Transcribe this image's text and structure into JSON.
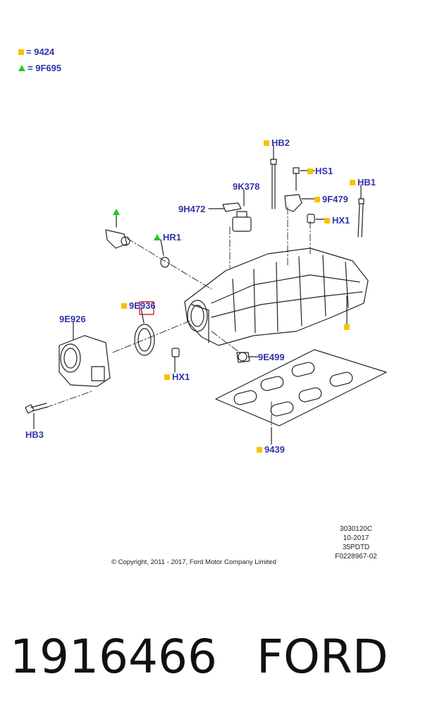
{
  "colors": {
    "label_text": "#3333aa",
    "square_marker": "#f5c400",
    "triangle_marker": "#22cc22",
    "highlight_box": "#e0202a",
    "line_art": "#222222"
  },
  "legend": [
    {
      "marker": "square",
      "eq": "= ",
      "code": "9424"
    },
    {
      "marker": "triangle",
      "eq": "= ",
      "code": "9F695"
    }
  ],
  "callouts": {
    "hb2": "HB2",
    "hs1": "HS1",
    "hb1": "HB1",
    "k378": "9K378",
    "f479": "9F479",
    "h472": "9H472",
    "hx1_top": "HX1",
    "hr1": "HR1",
    "e936": "9E936",
    "e926": "9E926",
    "e499": "9E499",
    "hx1_bottom": "HX1",
    "hb3": "HB3",
    "p9439": "9439"
  },
  "meta": {
    "line1": "3030120C",
    "line2": "10-2017",
    "line3": "35PDTD",
    "line4": "F0228967-02"
  },
  "copyright": "© Copyright, 2011 - 2017, Ford Motor Company Limited",
  "part_number": "1916466",
  "brand": "FORD"
}
